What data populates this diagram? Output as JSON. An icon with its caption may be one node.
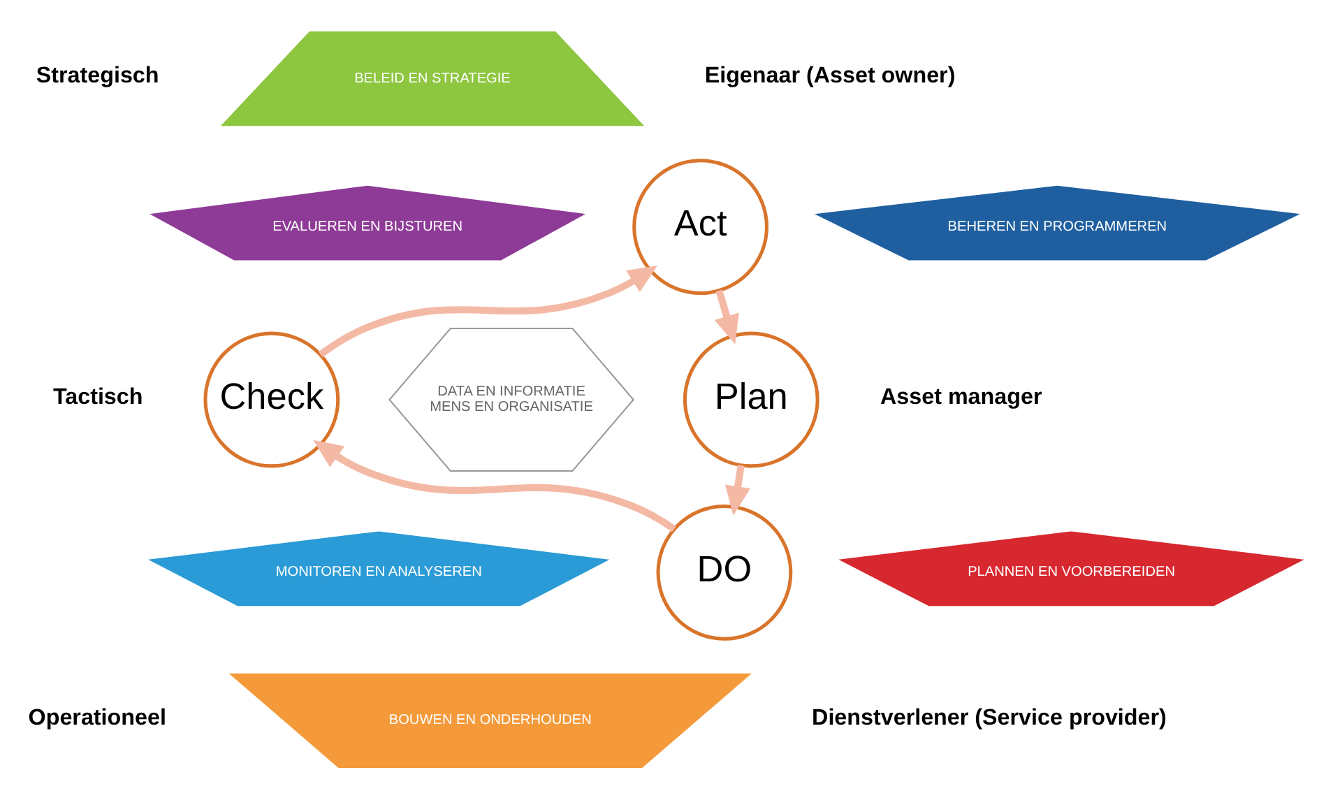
{
  "diagram": {
    "nodes": [
      {
        "text": [
          "BELEID EN STRATEGIE"
        ]
      },
      {
        "text": [
          "Act"
        ]
      },
      {
        "text": [
          "EVALUEREN EN BIJSTUREN"
        ]
      },
      {
        "text": [
          "BEHEREN EN PROGRAMMEREN"
        ]
      },
      {
        "text": [
          "DATA EN INFORMATIE",
          "MENS EN ORGANISATIE"
        ]
      },
      {
        "text": [
          "Check"
        ]
      },
      {
        "text": [
          "Plan"
        ]
      },
      {
        "text": [
          "MONITOREN EN ANALYSEREN"
        ]
      },
      {
        "text": [
          "PLANNEN EN VOORBEREIDEN"
        ]
      },
      {
        "text": [
          "DO"
        ]
      },
      {
        "text": [
          "BOUWEN EN ONDERHOUDEN"
        ]
      }
    ],
    "edges": [
      {
        "from": 5,
        "to": 1,
        "arrow": "to"
      },
      {
        "from": 1,
        "to": 6,
        "arrow": "to"
      },
      {
        "from": 6,
        "to": 9,
        "arrow": "to"
      },
      {
        "from": 9,
        "to": 5,
        "arrow": "to"
      }
    ],
    "labels": [
      "Strategisch",
      "Eigenaar (Asset owner)",
      "Tactisch",
      "Asset manager",
      "Operationeel",
      "Dienstverlener (Service provider)"
    ]
  }
}
